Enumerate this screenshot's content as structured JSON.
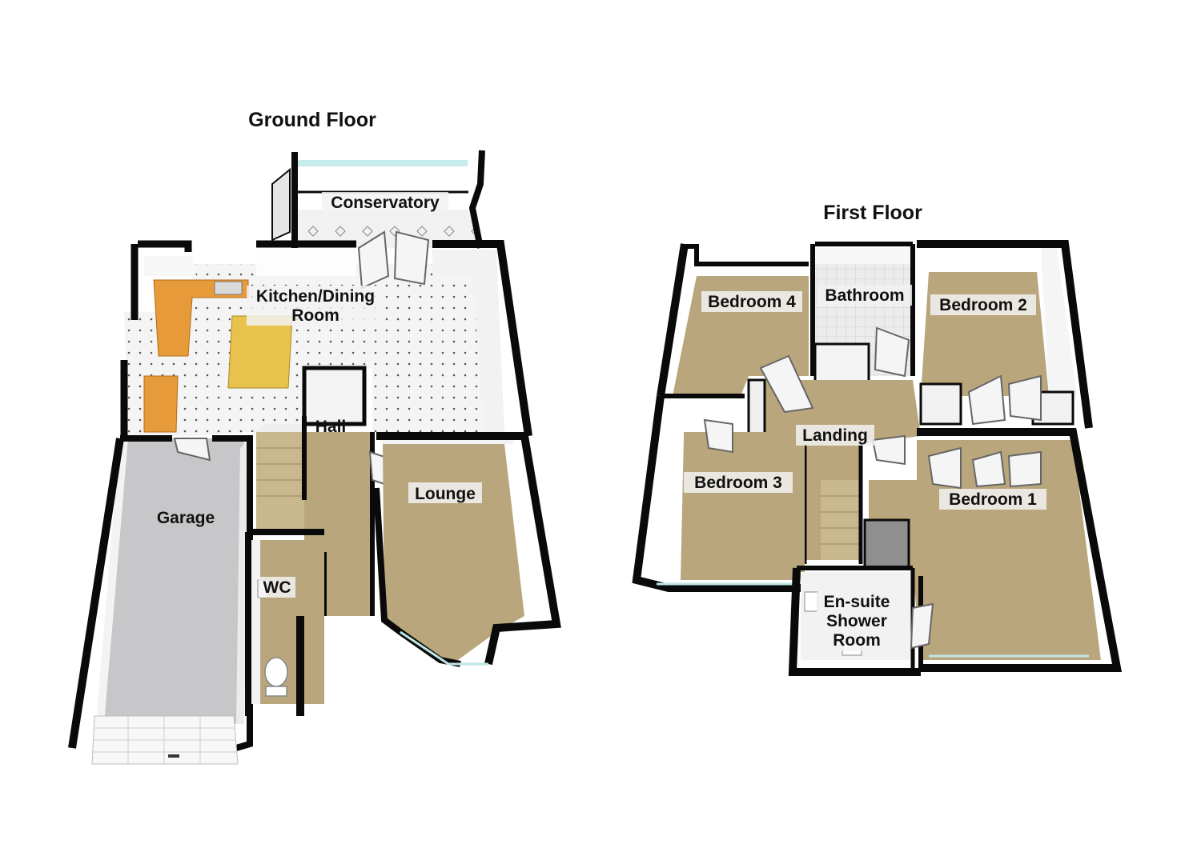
{
  "ground_floor": {
    "title": "Ground Floor",
    "rooms": {
      "conservatory": "Conservatory",
      "kitchen_line1": "Kitchen/Dining",
      "kitchen_line2": "Room",
      "hall": "Hall",
      "lounge": "Lounge",
      "garage": "Garage",
      "wc": "WC"
    }
  },
  "first_floor": {
    "title": "First Floor",
    "rooms": {
      "bedroom4": "Bedroom 4",
      "bathroom": "Bathroom",
      "bedroom2": "Bedroom 2",
      "landing": "Landing",
      "bedroom3": "Bedroom 3",
      "bedroom1": "Bedroom 1",
      "ensuite_line1": "En-suite",
      "ensuite_line2": "Shower",
      "ensuite_line3": "Room"
    }
  },
  "colors": {
    "wall": "#0a0a0a",
    "wall_face": "#f4f4f4",
    "carpet": "#b9a67c",
    "tile": "#f3f3f3",
    "worktop": "#e79a3a",
    "island": "#e9c24e",
    "garage_floor": "#c7c7c9",
    "glazing": "#bfe6e6"
  }
}
